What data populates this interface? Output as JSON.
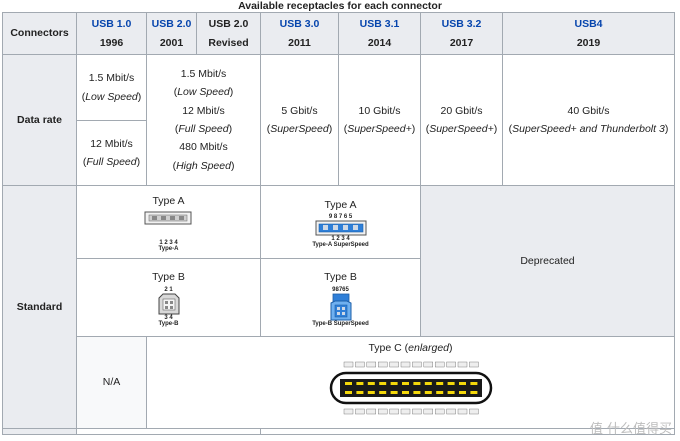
{
  "caption": "Available receptacles for each connector",
  "header": {
    "connectors": "Connectors",
    "columns": [
      {
        "name": "USB 1.0",
        "year": "1996",
        "link": true
      },
      {
        "name": "USB 2.0",
        "year": "2001",
        "link": true
      },
      {
        "name": "USB 2.0",
        "year": "Revised",
        "link": false
      },
      {
        "name": "USB 3.0",
        "year": "2011",
        "link": true
      },
      {
        "name": "USB 3.1",
        "year": "2014",
        "link": true
      },
      {
        "name": "USB 3.2",
        "year": "2017",
        "link": true
      },
      {
        "name": "USB4",
        "year": "2019",
        "link": true
      }
    ]
  },
  "data_rate": {
    "label": "Data rate",
    "usb10_low_rate": "1.5 Mbit/s",
    "usb10_low_name": "Low Speed",
    "usb10_full_rate": "12 Mbit/s",
    "usb10_full_name": "Full Speed",
    "usb20_low_rate": "1.5 Mbit/s",
    "usb20_low_name": "Low Speed",
    "usb20_full_rate": "12 Mbit/s",
    "usb20_full_name": "Full Speed",
    "usb20_high_rate": "480 Mbit/s",
    "usb20_high_name": "High Speed",
    "usb30_rate": "5 Gbit/s",
    "usb30_name": "SuperSpeed",
    "usb31_rate": "10 Gbit/s",
    "usb31_name": "SuperSpeed+",
    "usb32_rate": "20 Gbit/s",
    "usb32_name": "SuperSpeed+",
    "usb4_rate": "40 Gbit/s",
    "usb4_name": "SuperSpeed+ and Thunderbolt 3"
  },
  "standard": {
    "label": "Standard",
    "type_a": "Type A",
    "type_a_caption": "Type-A",
    "type_a_pins": "1 2 3 4",
    "type_a_ss": "Type A",
    "type_a_ss_caption": "Type-A SuperSpeed",
    "type_a_ss_pins_top": "9 8 7 6 5",
    "type_a_ss_pins_bottom": "1 2 3 4",
    "type_b": "Type B",
    "type_b_caption": "Type-B",
    "type_b_pins_top": "2 1",
    "type_b_pins_bottom": "3 4",
    "type_b_ss": "Type B",
    "type_b_ss_caption": "Type-B SuperSpeed",
    "type_b_ss_pins_top": "98765",
    "deprecated": "Deprecated",
    "na": "N/A",
    "type_c_prefix": "Type C (",
    "type_c_italic": "enlarged",
    "type_c_suffix": ")"
  },
  "watermark": "值 什么值得买",
  "colors": {
    "header_bg": "#eaecf0",
    "link": "#0645ad",
    "border": "#a2a9b1",
    "usb_blue": "#2f7fd8",
    "typec_yellow": "#f4d80a"
  }
}
